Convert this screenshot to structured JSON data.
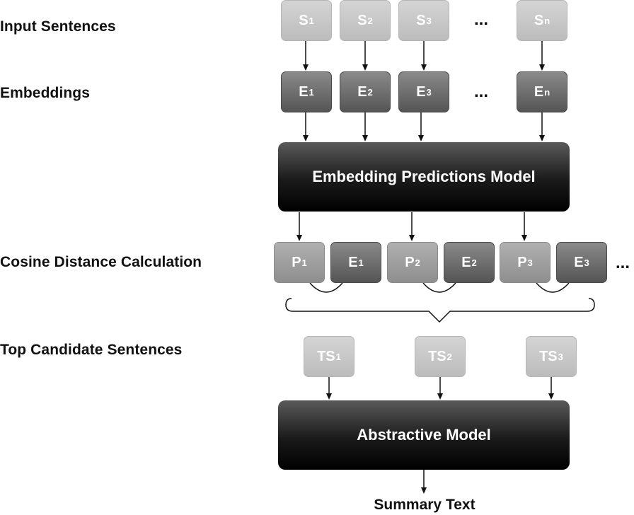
{
  "labels": {
    "input": "Input Sentences",
    "embeddings": "Embeddings",
    "cosine": "Cosine Distance Calculation",
    "top": "Top Candidate Sentences"
  },
  "inputs": [
    {
      "base": "S",
      "sub": "1"
    },
    {
      "base": "S",
      "sub": "2"
    },
    {
      "base": "S",
      "sub": "3"
    },
    {
      "base": "S",
      "sub": "n"
    }
  ],
  "embeddings": [
    {
      "base": "E",
      "sub": "1"
    },
    {
      "base": "E",
      "sub": "2"
    },
    {
      "base": "E",
      "sub": "3"
    },
    {
      "base": "E",
      "sub": "n"
    }
  ],
  "pairs": [
    {
      "p_base": "P",
      "p_sub": "1",
      "e_base": "E",
      "e_sub": "1"
    },
    {
      "p_base": "P",
      "p_sub": "2",
      "e_base": "E",
      "e_sub": "2"
    },
    {
      "p_base": "P",
      "p_sub": "3",
      "e_base": "E",
      "e_sub": "3"
    }
  ],
  "candidates": [
    {
      "base": "TS",
      "sub": "1"
    },
    {
      "base": "TS",
      "sub": "2"
    },
    {
      "base": "TS",
      "sub": "3"
    }
  ],
  "ellipsis": "...",
  "prediction_model": "Embedding Predictions Model",
  "abstractive_model": "Abstractive Model",
  "summary": "Summary Text"
}
